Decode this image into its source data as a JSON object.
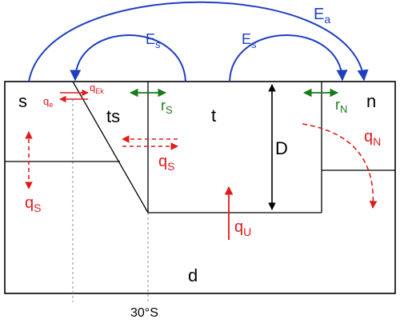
{
  "boxes": {
    "s": "s",
    "ts": "ts",
    "t": "t",
    "n": "n",
    "d": "d",
    "depth": "D"
  },
  "transports": {
    "Ea": {
      "base": "E",
      "sub": "a"
    },
    "Es_left": {
      "base": "E",
      "sub": "s"
    },
    "Es_right": {
      "base": "E",
      "sub": "s"
    },
    "qEk": {
      "base": "q",
      "sub": "Ek"
    },
    "qe": {
      "base": "q",
      "sub": "e"
    },
    "rS": {
      "base": "r",
      "sub": "S"
    },
    "rN": {
      "base": "r",
      "sub": "N"
    },
    "qS_left": {
      "base": "q",
      "sub": "S"
    },
    "qS_mid": {
      "base": "q",
      "sub": "S"
    },
    "qN": {
      "base": "q",
      "sub": "N"
    },
    "qU": {
      "base": "q",
      "sub": "U"
    }
  },
  "axis": {
    "latitude": "30°S"
  },
  "colors": {
    "outline": "#000000",
    "atmosphere": "#1f3fbf",
    "mixing": "#1a7a1a",
    "overturning": "#e01a1a",
    "guide": "#8c8c8c"
  }
}
